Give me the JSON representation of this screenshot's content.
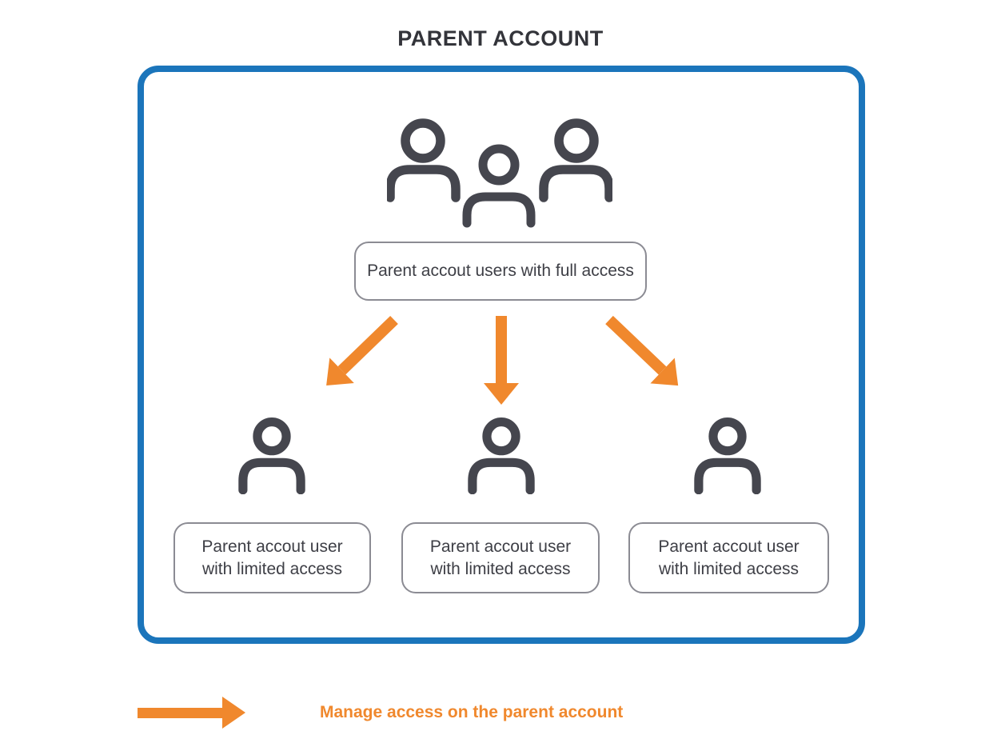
{
  "title": "PARENT ACCOUNT",
  "diagram": {
    "root": {
      "icon": "user-group-icon",
      "label": "Parent accout users with full access"
    },
    "children": [
      {
        "icon": "user-icon",
        "label": "Parent accout user with limited access"
      },
      {
        "icon": "user-icon",
        "label": "Parent accout user with limited access"
      },
      {
        "icon": "user-icon",
        "label": "Parent accout user with limited access"
      }
    ],
    "arrows": [
      {
        "icon": "arrow-down-left-icon"
      },
      {
        "icon": "arrow-down-icon"
      },
      {
        "icon": "arrow-down-right-icon"
      }
    ]
  },
  "legend": {
    "icon": "arrow-right-icon",
    "label": "Manage access on the parent account"
  },
  "colors": {
    "accent_orange": "#F0882D",
    "frame_blue": "#1B75BB",
    "icon_dark": "#45464E",
    "box_border_gray": "#8B8B93",
    "text_dark": "#3E3F46",
    "title_dark": "#33343A"
  }
}
